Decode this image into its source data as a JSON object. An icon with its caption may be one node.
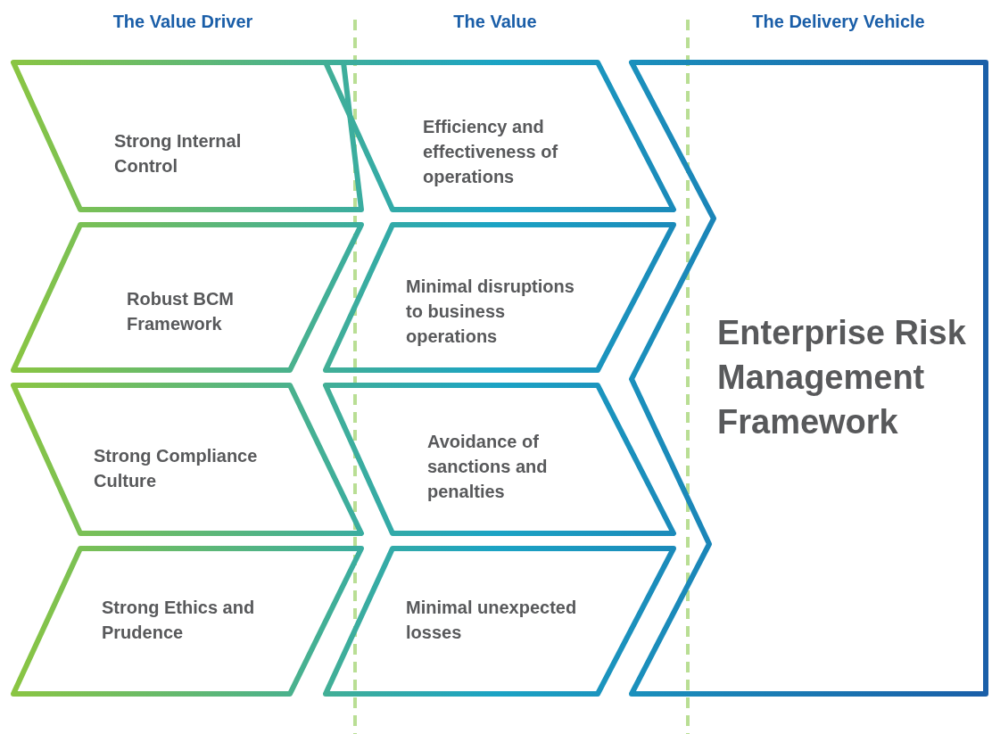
{
  "diagram": {
    "nodes": [
      {
        "text": [
          "Strong Internal Control"
        ]
      },
      {
        "text": [
          "Robust BCM Framework"
        ]
      },
      {
        "text": [
          "Strong Compliance Culture"
        ]
      },
      {
        "text": [
          "Strong Ethics and Prudence"
        ]
      },
      {
        "text": [
          "Efficiency and effectiveness of operations"
        ]
      },
      {
        "text": [
          "Minimal disruptions to business operations"
        ]
      },
      {
        "text": [
          "Avoidance of sanctions and penalties"
        ]
      },
      {
        "text": [
          "Minimal unexpected losses"
        ]
      },
      {
        "text": [
          "Enterprise Risk Management Framework"
        ]
      }
    ],
    "labels": [
      "The Value Driver",
      "The Value",
      "The Delivery Vehicle"
    ]
  }
}
